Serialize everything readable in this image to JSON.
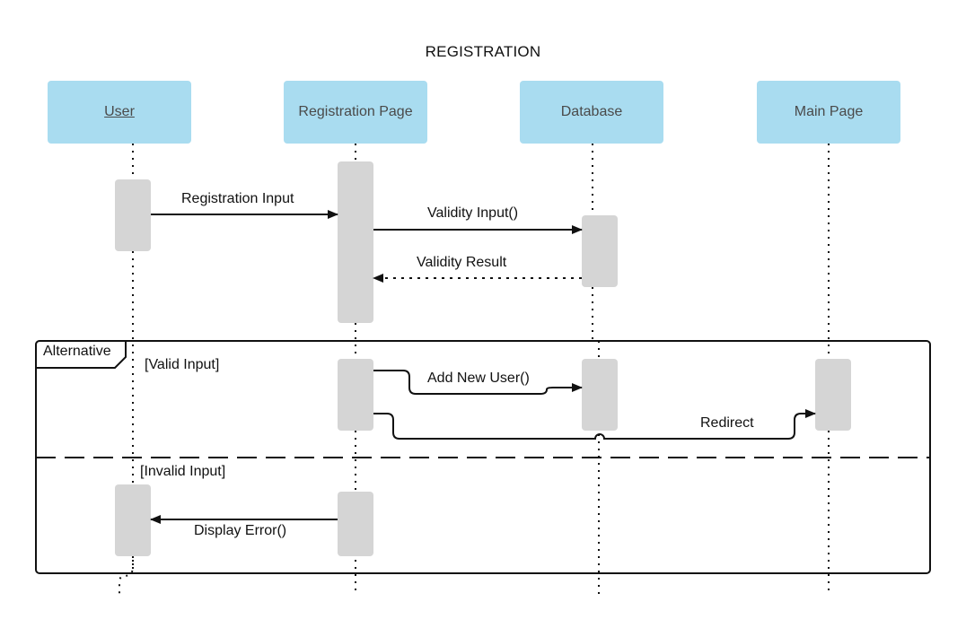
{
  "title": "REGISTRATION",
  "actors": [
    {
      "name": "User"
    },
    {
      "name": "Registration Page"
    },
    {
      "name": "Database"
    },
    {
      "name": "Main Page"
    }
  ],
  "messages": {
    "registration_input": "Registration Input",
    "validity_input": "Validity Input()",
    "validity_result": "Validity Result",
    "add_new_user": "Add New User()",
    "redirect": "Redirect",
    "display_error": "Display Error()"
  },
  "fragment": {
    "operator": "Alternative",
    "guard_valid": "[Valid Input]",
    "guard_invalid": "[Invalid Input]"
  },
  "colors": {
    "actor_fill": "#a9dcf0",
    "activation_fill": "#d5d5d5",
    "line": "#111111"
  }
}
